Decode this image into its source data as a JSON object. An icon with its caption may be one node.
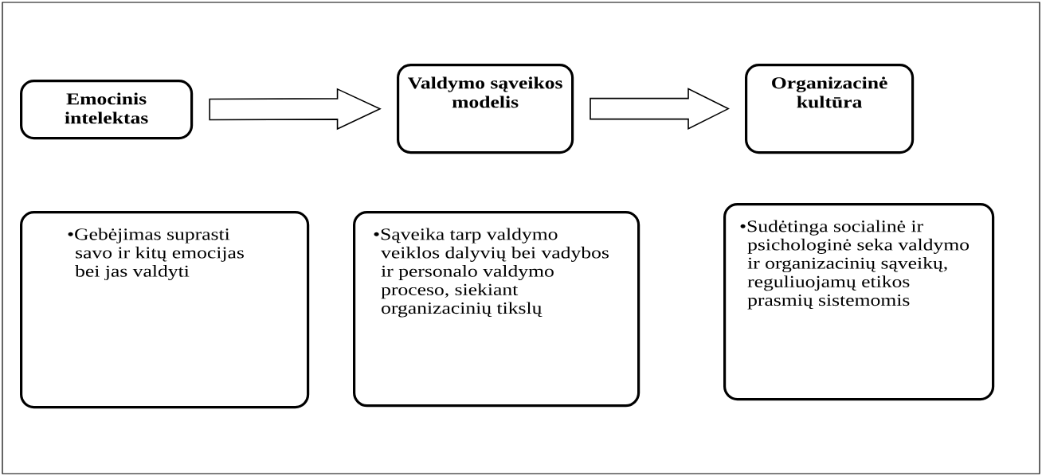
{
  "diagram": {
    "nodes": [
      {
        "text": [
          "Emocinis intelektas"
        ]
      },
      {
        "text": [
          "Valdymo sąveikos modelis"
        ]
      },
      {
        "text": [
          "Organizacinė kultūra"
        ]
      },
      {
        "text": [
          "•Gebėjimas suprasti savo ir kitų emocijas bei jas valdyti"
        ]
      },
      {
        "text": [
          "•Sąveika tarp valdymo veiklos dalyvių bei vadybos ir personalo valdymo proceso, siekiant organizacinių tikslų"
        ]
      },
      {
        "text": [
          "•Sudėtinga socialinė ir psichologinė seka valdymo ir organizacinių sąveikų, reguliuojamų etikos prasmių sistemomis"
        ]
      }
    ],
    "edges": [
      {
        "from": 0,
        "to": 1,
        "arrow": "to"
      },
      {
        "from": 1,
        "to": 2,
        "arrow": "to"
      }
    ]
  }
}
